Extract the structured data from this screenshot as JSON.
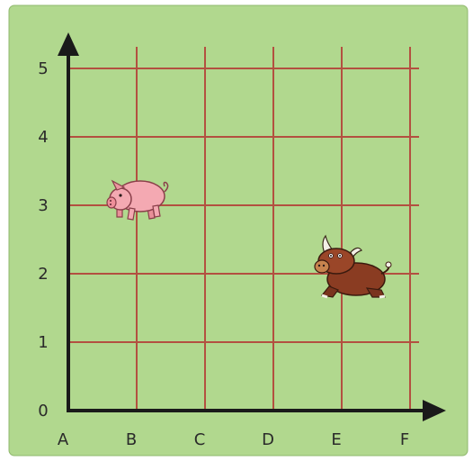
{
  "grid": {
    "x_labels": [
      "A",
      "B",
      "C",
      "D",
      "E",
      "F"
    ],
    "y_labels": [
      "0",
      "1",
      "2",
      "3",
      "4",
      "5"
    ],
    "grid_color": "#b35040",
    "axis_color": "#1a1a1a",
    "background_color": "#b1d88e"
  },
  "animals": [
    {
      "kind": "pig",
      "icon": "pig-icon",
      "col": "B",
      "row": "3"
    },
    {
      "kind": "bull",
      "icon": "bull-icon",
      "col": "E",
      "row": "2"
    }
  ]
}
